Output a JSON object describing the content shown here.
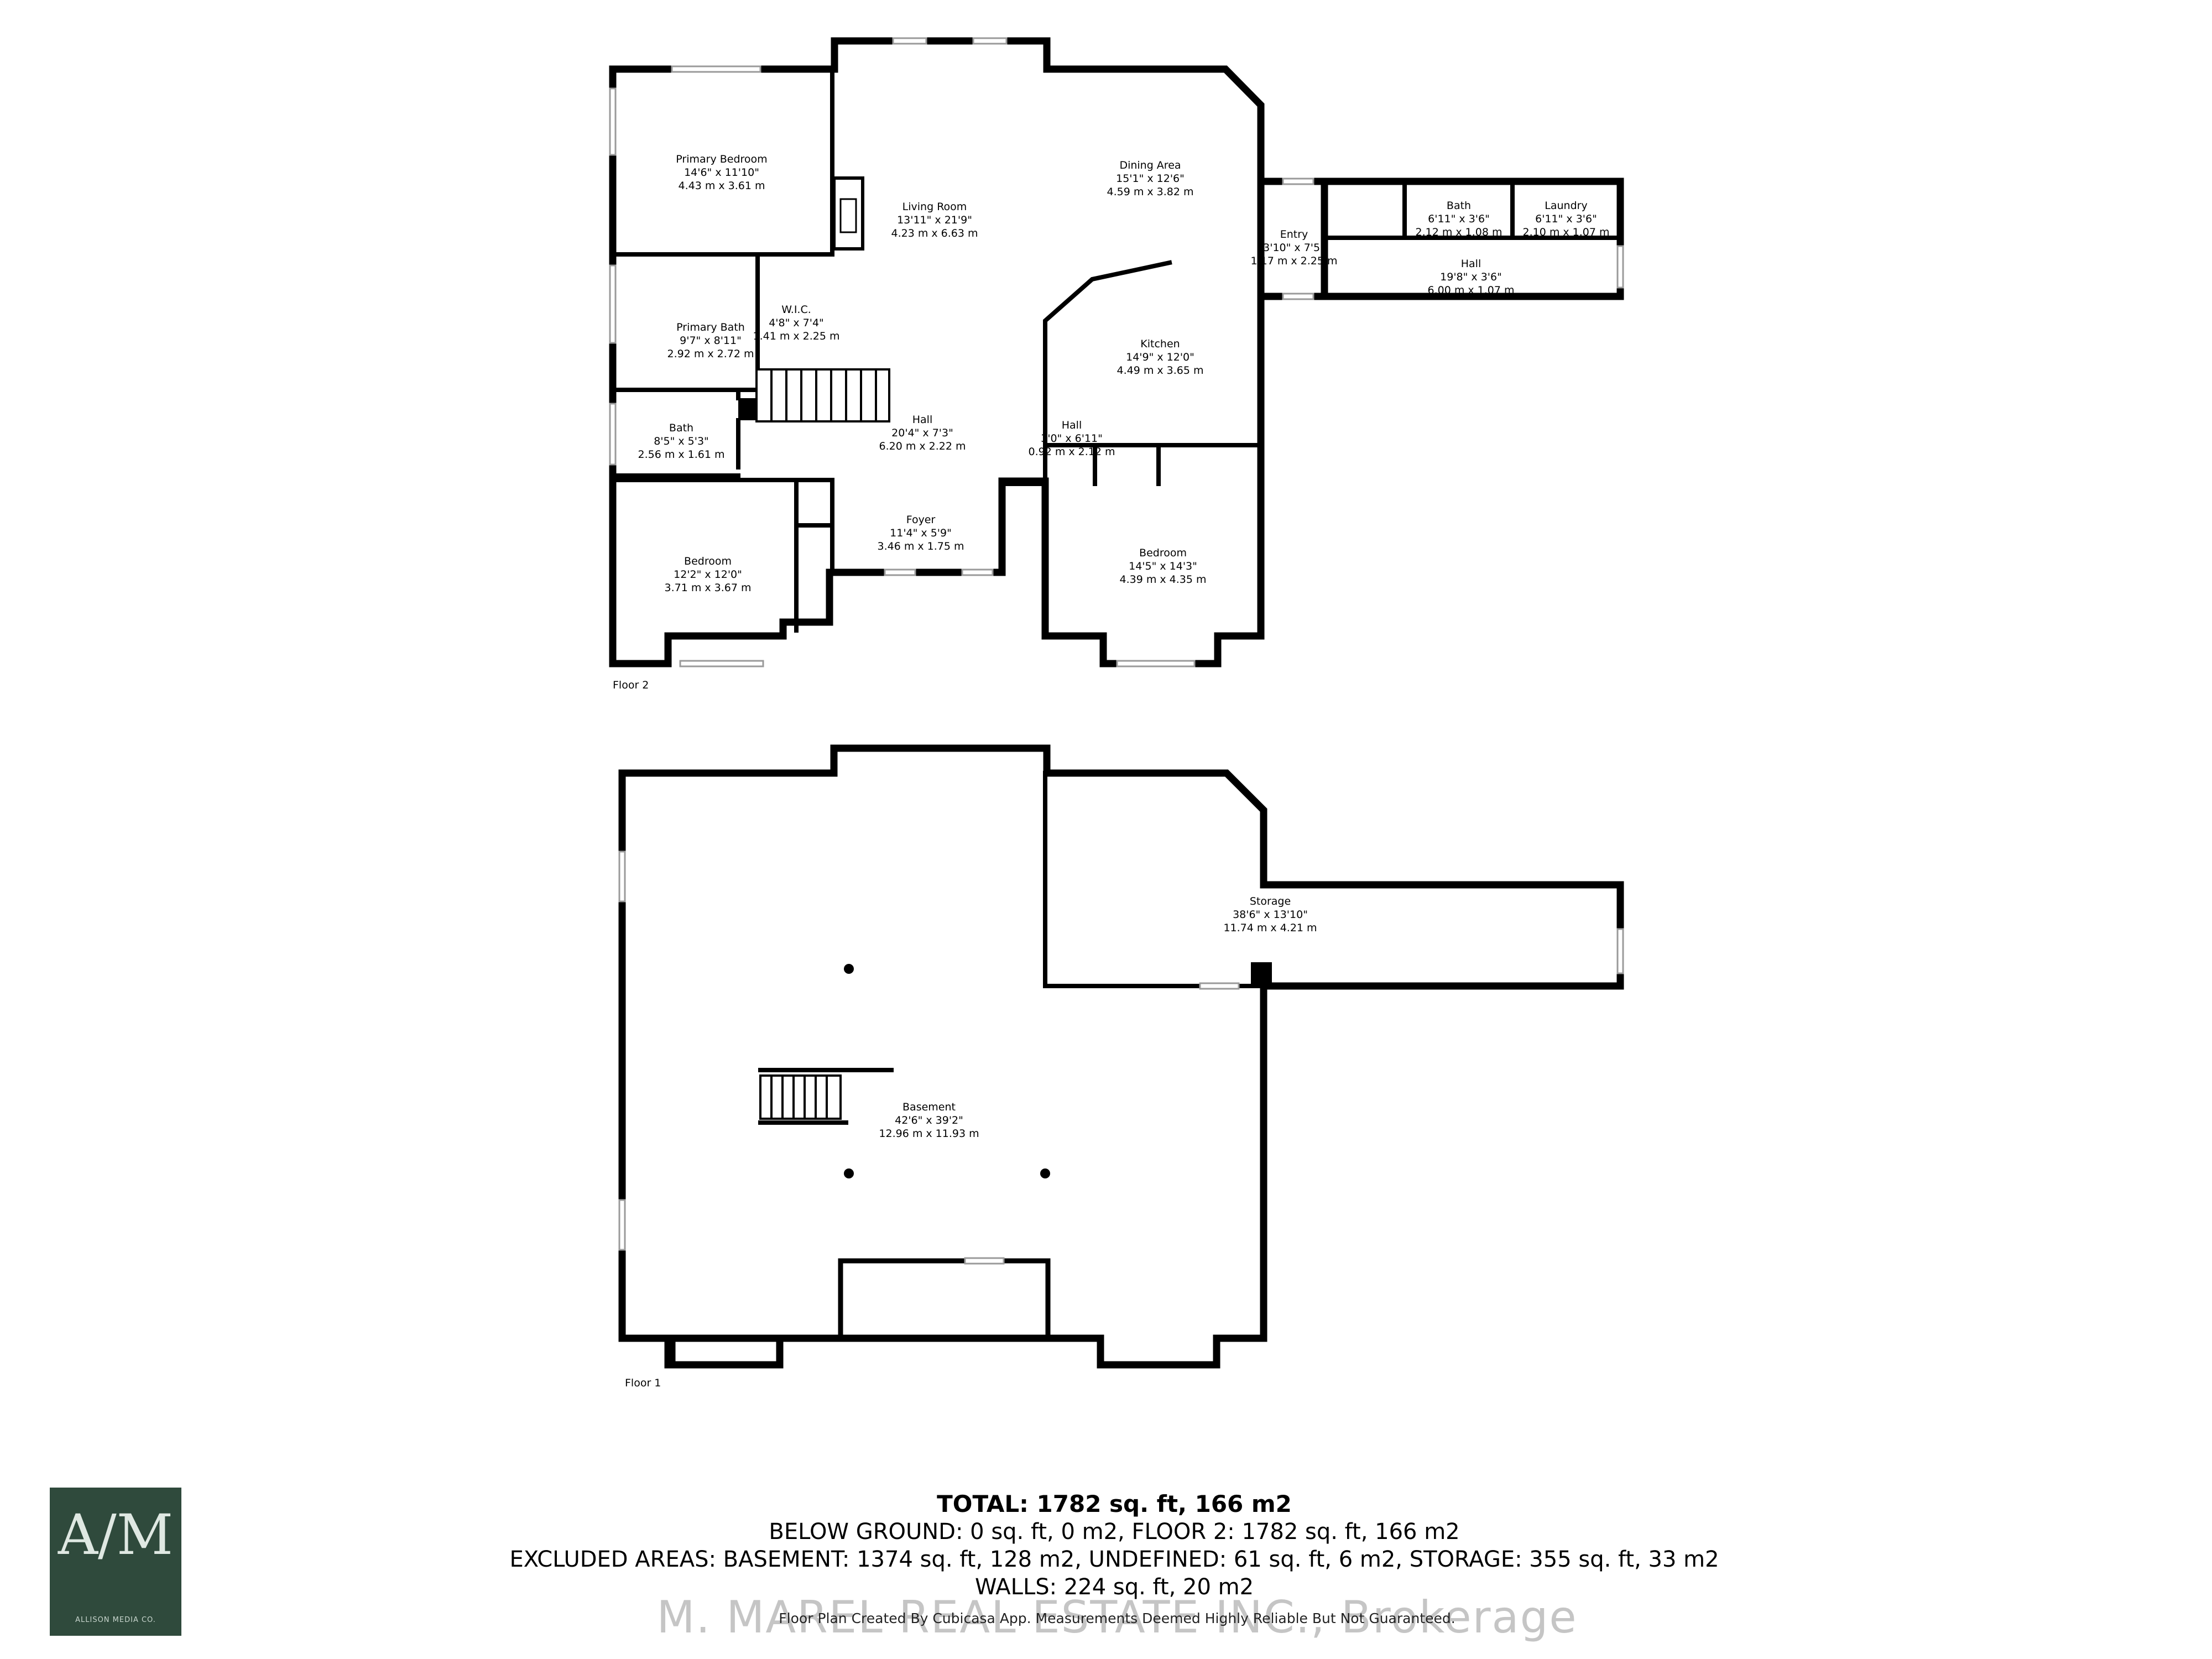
{
  "floor2": {
    "name": "Floor 2",
    "rooms": [
      {
        "id": "primary-bedroom",
        "name": "Primary Bedroom",
        "imperial": "14'6\" x 11'10\"",
        "metric": "4.43 m x 3.61 m"
      },
      {
        "id": "living-room",
        "name": "Living Room",
        "imperial": "13'11\" x 21'9\"",
        "metric": "4.23 m x 6.63 m"
      },
      {
        "id": "dining-area",
        "name": "Dining Area",
        "imperial": "15'1\" x 12'6\"",
        "metric": "4.59 m x 3.82 m"
      },
      {
        "id": "entry",
        "name": "Entry",
        "imperial": "3'10\" x 7'5\"",
        "metric": "1.17 m x 2.25 m"
      },
      {
        "id": "bath-upper",
        "name": "Bath",
        "imperial": "6'11\" x 3'6\"",
        "metric": "2.12 m x 1.08 m"
      },
      {
        "id": "laundry",
        "name": "Laundry",
        "imperial": "6'11\" x 3'6\"",
        "metric": "2.10 m x 1.07 m"
      },
      {
        "id": "hall-east",
        "name": "Hall",
        "imperial": "19'8\" x 3'6\"",
        "metric": "6.00 m x 1.07 m"
      },
      {
        "id": "wic",
        "name": "W.I.C.",
        "imperial": "4'8\" x 7'4\"",
        "metric": "1.41 m x 2.25 m"
      },
      {
        "id": "primary-bath",
        "name": "Primary Bath",
        "imperial": "9'7\" x 8'11\"",
        "metric": "2.92 m x 2.72 m"
      },
      {
        "id": "kitchen",
        "name": "Kitchen",
        "imperial": "14'9\" x 12'0\"",
        "metric": "4.49 m x 3.65 m"
      },
      {
        "id": "hall-main",
        "name": "Hall",
        "imperial": "20'4\" x 7'3\"",
        "metric": "6.20 m x 2.22 m"
      },
      {
        "id": "bath-west",
        "name": "Bath",
        "imperial": "8'5\" x 5'3\"",
        "metric": "2.56 m x 1.61 m"
      },
      {
        "id": "hall-small",
        "name": "Hall",
        "imperial": "3'0\" x 6'11\"",
        "metric": "0.92 m x 2.12 m"
      },
      {
        "id": "foyer",
        "name": "Foyer",
        "imperial": "11'4\" x 5'9\"",
        "metric": "3.46 m x 1.75 m"
      },
      {
        "id": "bedroom-west",
        "name": "Bedroom",
        "imperial": "12'2\" x 12'0\"",
        "metric": "3.71 m x 3.67 m"
      },
      {
        "id": "bedroom-east",
        "name": "Bedroom",
        "imperial": "14'5\" x 14'3\"",
        "metric": "4.39 m x 4.35 m"
      }
    ]
  },
  "floor1": {
    "name": "Floor 1",
    "rooms": [
      {
        "id": "storage",
        "name": "Storage",
        "imperial": "38'6\" x 13'10\"",
        "metric": "11.74 m x 4.21 m"
      },
      {
        "id": "basement",
        "name": "Basement",
        "imperial": "42'6\" x 39'2\"",
        "metric": "12.96 m x 11.93 m"
      }
    ]
  },
  "summary": {
    "total": "TOTAL: 1782 sq. ft, 166 m2",
    "line2": "BELOW GROUND: 0 sq. ft, 0 m2, FLOOR 2: 1782 sq. ft, 166 m2",
    "line3": "EXCLUDED AREAS: BASEMENT: 1374 sq. ft, 128 m2, UNDEFINED: 61 sq. ft, 6 m2, STORAGE: 355 sq. ft, 33 m2",
    "line4": "WALLS: 224 sq. ft, 20 m2"
  },
  "logo": {
    "monogram": "A/M",
    "brand": "ALLISON MEDIA CO."
  },
  "watermark": "M. MAREL REAL ESTATE INC., Brokerage",
  "disclaimer": "Floor Plan Created By Cubicasa App. Measurements Deemed Highly Reliable But Not Guaranteed."
}
